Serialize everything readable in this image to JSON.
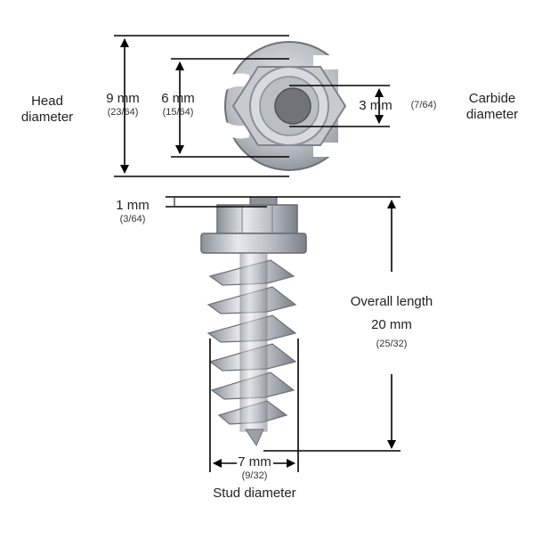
{
  "labels": {
    "head_diameter_line1": "Head",
    "head_diameter_line2": "diameter",
    "head_mm": "9 mm",
    "head_in": "(23/64)",
    "inner_mm": "6 mm",
    "inner_in": "(15/64)",
    "carbide_mm": "3 mm",
    "carbide_in": "(7/64)",
    "carbide_line1": "Carbide",
    "carbide_line2": "diameter",
    "flange_mm": "1 mm",
    "flange_in": "(3/64)",
    "overall_line1": "Overall length",
    "overall_mm": "20 mm",
    "overall_in": "(25/32)",
    "stud_mm": "7 mm",
    "stud_in": "(9/32)",
    "stud_label": "Stud diameter"
  },
  "colors": {
    "line": "#000000",
    "metal_light": "#d4d8dc",
    "metal_mid": "#a7adb3",
    "metal_dark": "#6e747a",
    "carbide": "#6f7276"
  }
}
